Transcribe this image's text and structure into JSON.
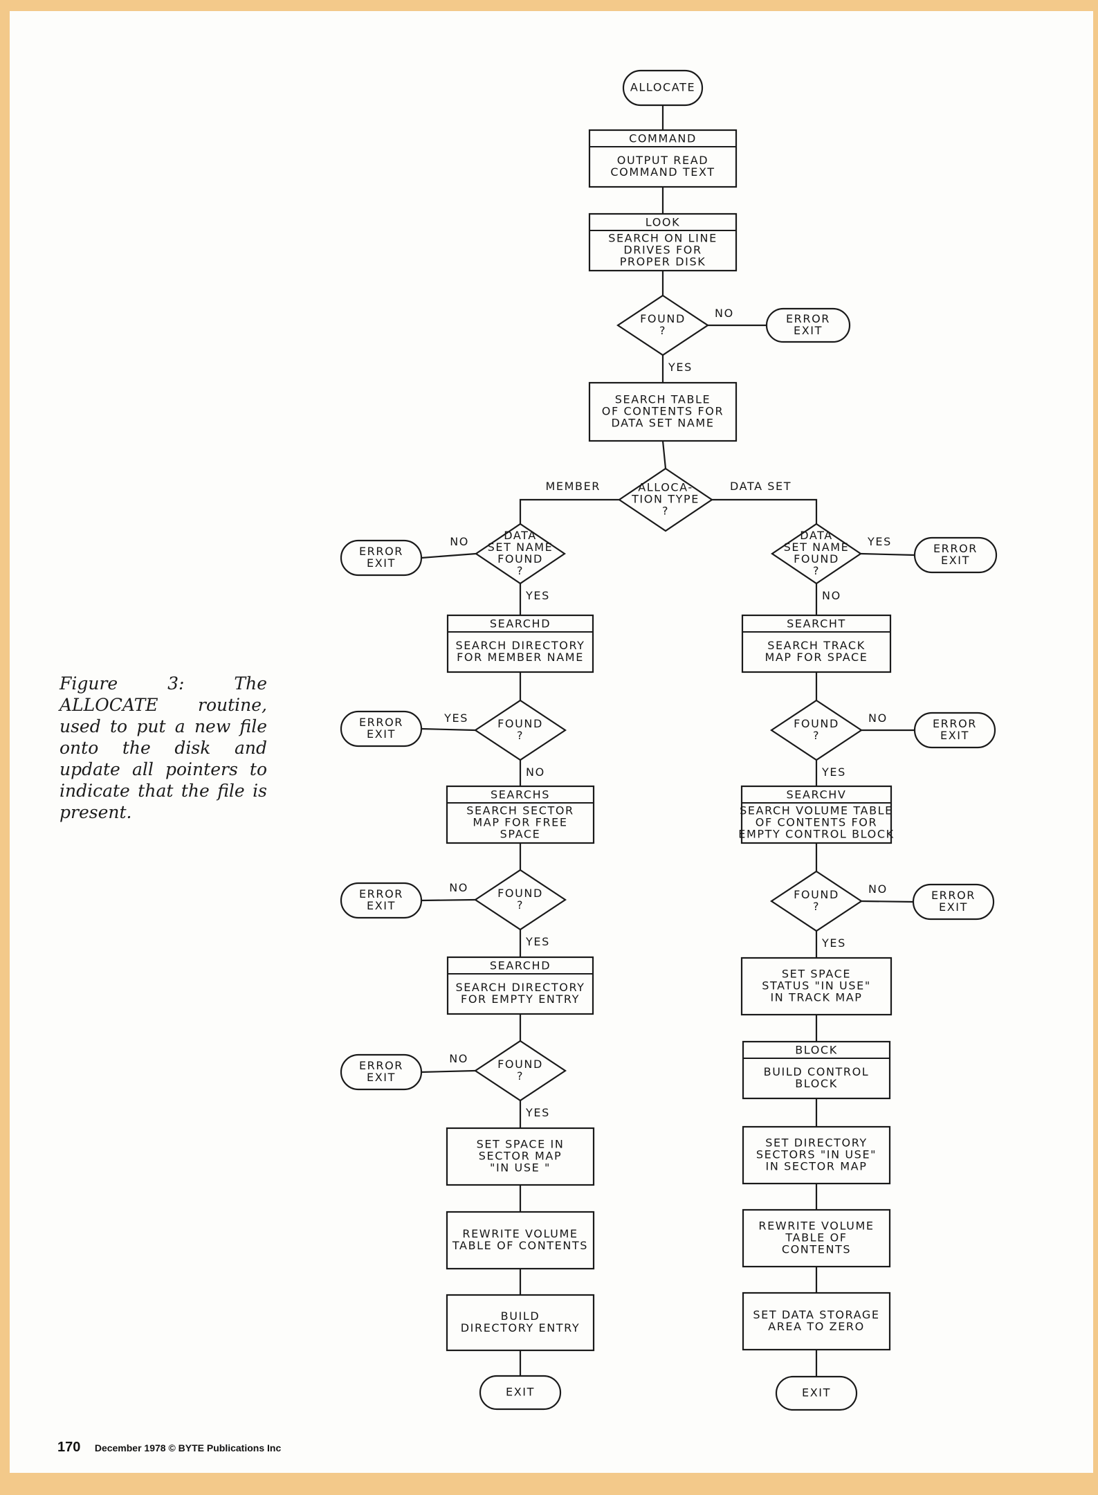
{
  "nodes": [
    {
      "id": "allocate",
      "type": "terminal",
      "lines": [
        "ALLOCATE"
      ]
    },
    {
      "id": "command",
      "type": "process",
      "header": "COMMAND",
      "lines": [
        "OUTPUT READ",
        "COMMAND TEXT"
      ]
    },
    {
      "id": "look",
      "type": "process",
      "header": "LOOK",
      "lines": [
        "SEARCH ON LINE",
        "DRIVES FOR",
        "PROPER DISK"
      ]
    },
    {
      "id": "found1",
      "type": "decision",
      "lines": [
        "FOUND",
        "?"
      ]
    },
    {
      "id": "err1",
      "type": "terminal",
      "lines": [
        "ERROR",
        "EXIT"
      ]
    },
    {
      "id": "searchtoc",
      "type": "process",
      "lines": [
        "SEARCH TABLE",
        "OF CONTENTS FOR",
        "DATA SET NAME"
      ]
    },
    {
      "id": "alloctype",
      "type": "decision",
      "lines": [
        "ALLOCA-",
        "TION TYPE",
        "?"
      ]
    },
    {
      "id": "dsnfound_l",
      "type": "decision",
      "lines": [
        "DATA",
        "SET NAME",
        "FOUND",
        "?"
      ]
    },
    {
      "id": "err_l1",
      "type": "terminal",
      "lines": [
        "ERROR",
        "EXIT"
      ]
    },
    {
      "id": "searchd1",
      "type": "process",
      "header": "SEARCHD",
      "lines": [
        "SEARCH DIRECTORY",
        "FOR MEMBER NAME"
      ]
    },
    {
      "id": "found_l2",
      "type": "decision",
      "lines": [
        "FOUND",
        "?"
      ]
    },
    {
      "id": "err_l2",
      "type": "terminal",
      "lines": [
        "ERROR",
        "EXIT"
      ]
    },
    {
      "id": "searchs",
      "type": "process",
      "header": "SEARCHS",
      "lines": [
        "SEARCH SECTOR",
        "MAP FOR FREE",
        "SPACE"
      ]
    },
    {
      "id": "found_l3",
      "type": "decision",
      "lines": [
        "FOUND",
        "?"
      ]
    },
    {
      "id": "err_l3",
      "type": "terminal",
      "lines": [
        "ERROR",
        "EXIT"
      ]
    },
    {
      "id": "searchd2",
      "type": "process",
      "header": "SEARCHD",
      "lines": [
        "SEARCH DIRECTORY",
        "FOR EMPTY ENTRY"
      ]
    },
    {
      "id": "found_l4",
      "type": "decision",
      "lines": [
        "FOUND",
        "?"
      ]
    },
    {
      "id": "err_l4",
      "type": "terminal",
      "lines": [
        "ERROR",
        "EXIT"
      ]
    },
    {
      "id": "setspace_l",
      "type": "process",
      "lines": [
        "SET SPACE IN",
        "SECTOR MAP",
        "\"IN USE \""
      ]
    },
    {
      "id": "rewrite_l",
      "type": "process",
      "lines": [
        "REWRITE VOLUME",
        "TABLE OF CONTENTS"
      ]
    },
    {
      "id": "builddir",
      "type": "process",
      "lines": [
        "BUILD",
        "DIRECTORY ENTRY"
      ]
    },
    {
      "id": "exit_l",
      "type": "terminal",
      "lines": [
        "EXIT"
      ]
    },
    {
      "id": "dsnfound_r",
      "type": "decision",
      "lines": [
        "DATA",
        "SET NAME",
        "FOUND",
        "?"
      ]
    },
    {
      "id": "err_r1",
      "type": "terminal",
      "lines": [
        "ERROR",
        "EXIT"
      ]
    },
    {
      "id": "searcht",
      "type": "process",
      "header": "SEARCHT",
      "lines": [
        "SEARCH TRACK",
        "MAP FOR SPACE"
      ]
    },
    {
      "id": "found_r2",
      "type": "decision",
      "lines": [
        "FOUND",
        "?"
      ]
    },
    {
      "id": "err_r2",
      "type": "terminal",
      "lines": [
        "ERROR",
        "EXIT"
      ]
    },
    {
      "id": "searchv",
      "type": "process",
      "header": "SEARCHV",
      "lines": [
        "SEARCH VOLUME TABLE",
        "OF CONTENTS FOR",
        "EMPTY CONTROL BLOCK"
      ]
    },
    {
      "id": "found_r3",
      "type": "decision",
      "lines": [
        "FOUND",
        "?"
      ]
    },
    {
      "id": "err_r3",
      "type": "terminal",
      "lines": [
        "ERROR",
        "EXIT"
      ]
    },
    {
      "id": "setspace_r",
      "type": "process",
      "lines": [
        "SET SPACE",
        "STATUS \"IN USE\"",
        "IN TRACK MAP"
      ]
    },
    {
      "id": "block",
      "type": "process",
      "header": "BLOCK",
      "lines": [
        "BUILD CONTROL",
        "BLOCK"
      ]
    },
    {
      "id": "setdir",
      "type": "process",
      "lines": [
        "SET DIRECTORY",
        "SECTORS \"IN USE\"",
        "IN SECTOR MAP"
      ]
    },
    {
      "id": "rewrite_r",
      "type": "process",
      "lines": [
        "REWRITE VOLUME",
        "TABLE OF",
        "CONTENTS"
      ]
    },
    {
      "id": "setdata",
      "type": "process",
      "lines": [
        "SET DATA STORAGE",
        "AREA TO ZERO"
      ]
    },
    {
      "id": "exit_r",
      "type": "terminal",
      "lines": [
        "EXIT"
      ]
    }
  ],
  "edges": [
    {
      "from": "allocate",
      "to": "command",
      "label": ""
    },
    {
      "from": "command",
      "to": "look",
      "label": ""
    },
    {
      "from": "look",
      "to": "found1",
      "label": ""
    },
    {
      "from": "found1",
      "to": "err1",
      "label": "NO"
    },
    {
      "from": "found1",
      "to": "searchtoc",
      "label": "YES"
    },
    {
      "from": "searchtoc",
      "to": "alloctype",
      "label": ""
    },
    {
      "from": "alloctype",
      "to": "dsnfound_l",
      "label": "MEMBER"
    },
    {
      "from": "alloctype",
      "to": "dsnfound_r",
      "label": "DATA SET"
    },
    {
      "from": "dsnfound_l",
      "to": "err_l1",
      "label": "NO"
    },
    {
      "from": "dsnfound_l",
      "to": "searchd1",
      "label": "YES"
    },
    {
      "from": "searchd1",
      "to": "found_l2",
      "label": ""
    },
    {
      "from": "found_l2",
      "to": "err_l2",
      "label": "YES"
    },
    {
      "from": "found_l2",
      "to": "searchs",
      "label": "NO"
    },
    {
      "from": "searchs",
      "to": "found_l3",
      "label": ""
    },
    {
      "from": "found_l3",
      "to": "err_l3",
      "label": "NO"
    },
    {
      "from": "found_l3",
      "to": "searchd2",
      "label": "YES"
    },
    {
      "from": "searchd2",
      "to": "found_l4",
      "label": ""
    },
    {
      "from": "found_l4",
      "to": "err_l4",
      "label": "NO"
    },
    {
      "from": "found_l4",
      "to": "setspace_l",
      "label": "YES"
    },
    {
      "from": "setspace_l",
      "to": "rewrite_l",
      "label": ""
    },
    {
      "from": "rewrite_l",
      "to": "builddir",
      "label": ""
    },
    {
      "from": "builddir",
      "to": "exit_l",
      "label": ""
    },
    {
      "from": "dsnfound_r",
      "to": "err_r1",
      "label": "YES"
    },
    {
      "from": "dsnfound_r",
      "to": "searcht",
      "label": "NO"
    },
    {
      "from": "searcht",
      "to": "found_r2",
      "label": ""
    },
    {
      "from": "found_r2",
      "to": "err_r2",
      "label": "NO"
    },
    {
      "from": "found_r2",
      "to": "searchv",
      "label": "YES"
    },
    {
      "from": "searchv",
      "to": "found_r3",
      "label": ""
    },
    {
      "from": "found_r3",
      "to": "err_r3",
      "label": "NO"
    },
    {
      "from": "found_r3",
      "to": "setspace_r",
      "label": "YES"
    },
    {
      "from": "setspace_r",
      "to": "block",
      "label": ""
    },
    {
      "from": "block",
      "to": "setdir",
      "label": ""
    },
    {
      "from": "setdir",
      "to": "rewrite_r",
      "label": ""
    },
    {
      "from": "rewrite_r",
      "to": "setdata",
      "label": ""
    },
    {
      "from": "setdata",
      "to": "exit_r",
      "label": ""
    }
  ],
  "caption": "Figure 3: The ALLOCATE routine, used to put a new file onto the disk and update all pointers to indicate that the file is present.",
  "footer": {
    "page_number": "170",
    "text": "December 1978 © BYTE Publications Inc"
  }
}
